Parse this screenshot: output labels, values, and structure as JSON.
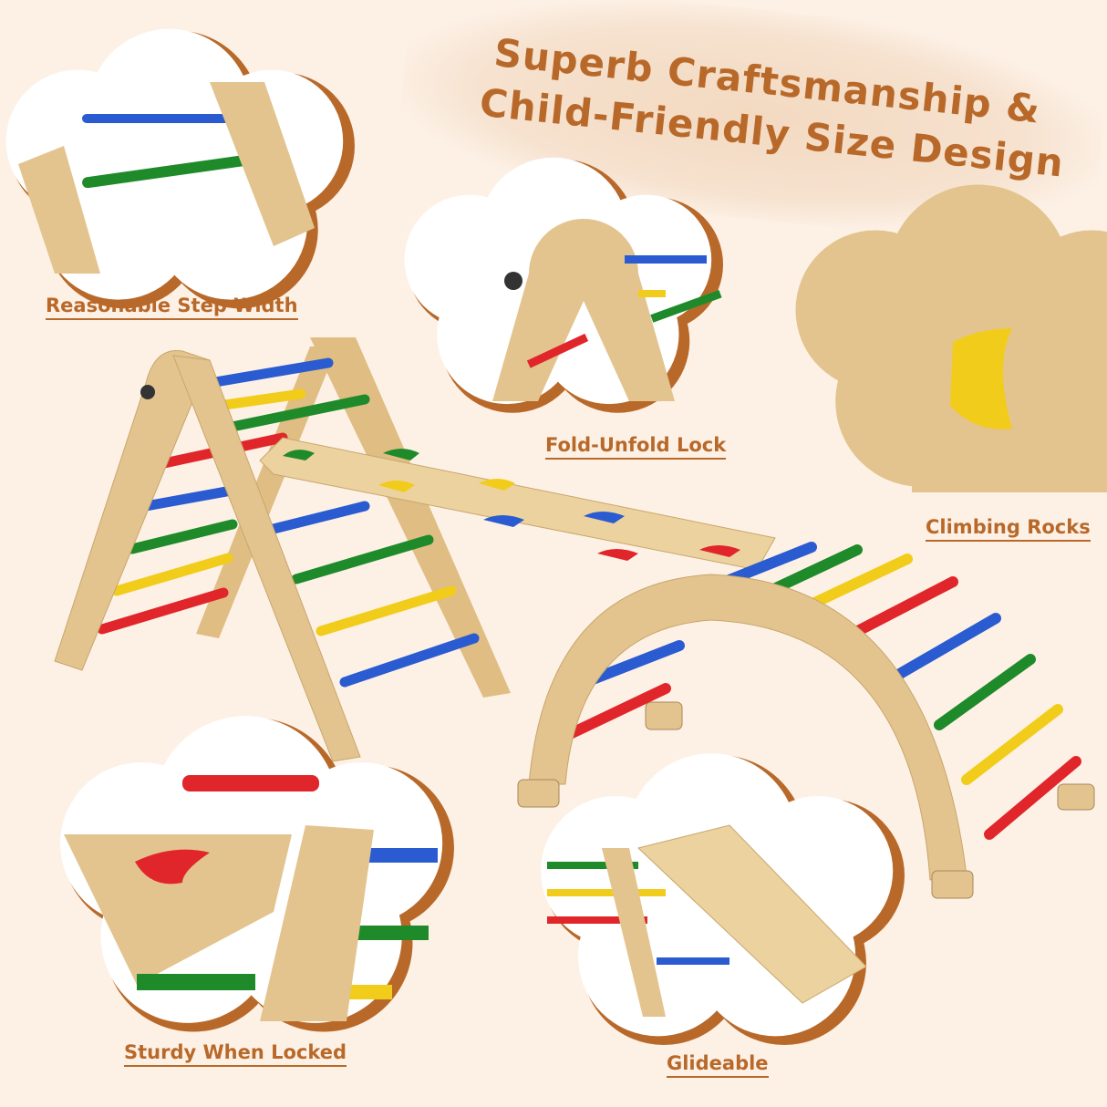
{
  "title": {
    "line1": "Superb Craftsmanship &",
    "line2": "Child-Friendly Size Design"
  },
  "features": [
    {
      "label": "Reasonable Step Width"
    },
    {
      "label": "Fold-Unfold Lock"
    },
    {
      "label": "Climbing Rocks"
    },
    {
      "label": "Sturdy When Locked"
    },
    {
      "label": "Glideable"
    }
  ],
  "colors": {
    "background": "#fdf1e6",
    "accent": "#b8692a",
    "wood": "#e3c48e",
    "red": "#e0262a",
    "blue": "#2a5bd0",
    "green": "#1f8a2a",
    "yellow": "#f2cc1a"
  }
}
